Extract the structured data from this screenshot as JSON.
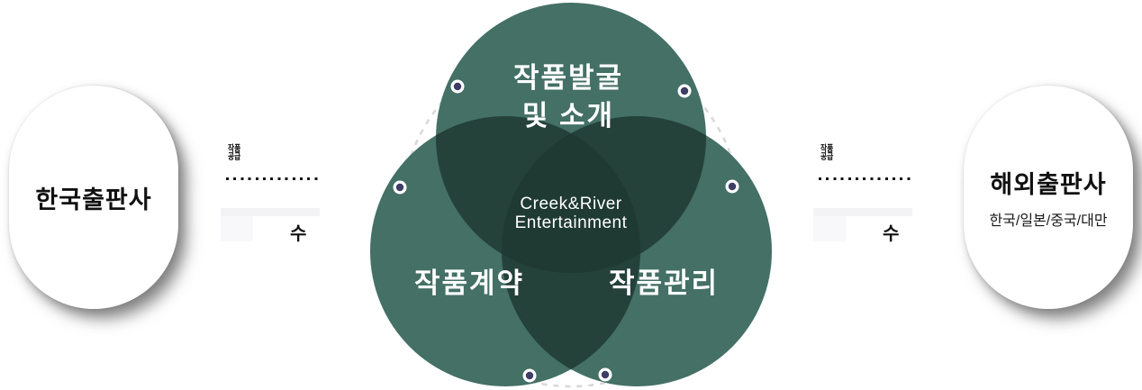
{
  "background_color": "#ffffff",
  "left_card": {
    "title": "한국출판사"
  },
  "right_card": {
    "title": "해외출판사",
    "subtitle": "한국/일본/중국/대만"
  },
  "connectors": {
    "left": {
      "top_label": "작품공급",
      "bottom_label": "수"
    },
    "right": {
      "top_label": "작품공급",
      "bottom_label": "수"
    }
  },
  "venn": {
    "top_circle_label_line1": "작품발굴",
    "top_circle_label_line2": "및 소개",
    "bottom_left_circle_label": "작품계약",
    "bottom_right_circle_label": "작품관리",
    "center_label_line1": "Creek&River",
    "center_label_line2": "Entertainment",
    "colors": {
      "circle": "#447065",
      "pair_overlap": "#24413a",
      "triple_overlap": "#1f3a33",
      "dash_line": "#d8d8d8",
      "node_dot": "#3d3d66",
      "node_ring": "#ffffff",
      "label_text": "#ffffff"
    }
  }
}
